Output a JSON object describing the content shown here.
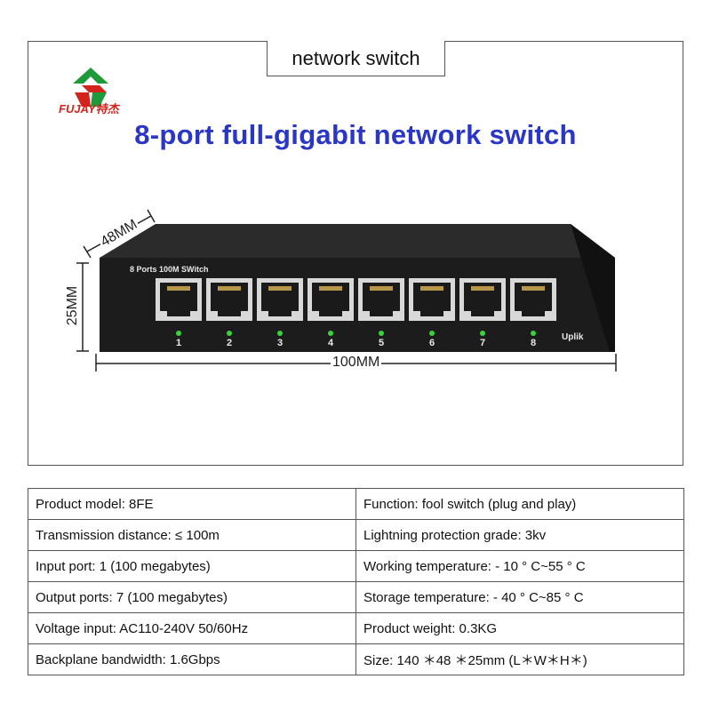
{
  "header": {
    "tag": "network switch",
    "brand": "FUJAY特杰",
    "headline": "8-port full-gigabit network switch"
  },
  "device": {
    "panel_label": "8 Ports 100M SWitch",
    "uplink_label": "Uplik",
    "port_numbers": [
      "1",
      "2",
      "3",
      "4",
      "5",
      "6",
      "7",
      "8"
    ],
    "dimensions": {
      "depth": "48MM",
      "height": "25MM",
      "width": "100MM"
    },
    "led_color": "#3cd23c"
  },
  "specs": [
    {
      "left": "Product model: 8FE",
      "right": "Function: fool switch (plug and play)"
    },
    {
      "left": "Transmission distance: ≤ 100m",
      "right": "Lightning protection grade: 3kv"
    },
    {
      "left": "Input port: 1 (100 megabytes)",
      "right": "Working temperature: - 10 ° C~55 ° C"
    },
    {
      "left": "Output ports: 7 (100 megabytes)",
      "right": "Storage temperature: - 40 ° C~85 ° C"
    },
    {
      "left": "Voltage input: AC110-240V 50/60Hz",
      "right": "Product weight: 0.3KG"
    },
    {
      "left": "Backplane bandwidth: 1.6Gbps",
      "right": "Size: 140 ＊48 ＊25mm (L＊W＊H＊)"
    }
  ],
  "colors": {
    "headline": "#2a36c6",
    "brand_red": "#d2231d",
    "brand_green": "#1f9a3a"
  }
}
